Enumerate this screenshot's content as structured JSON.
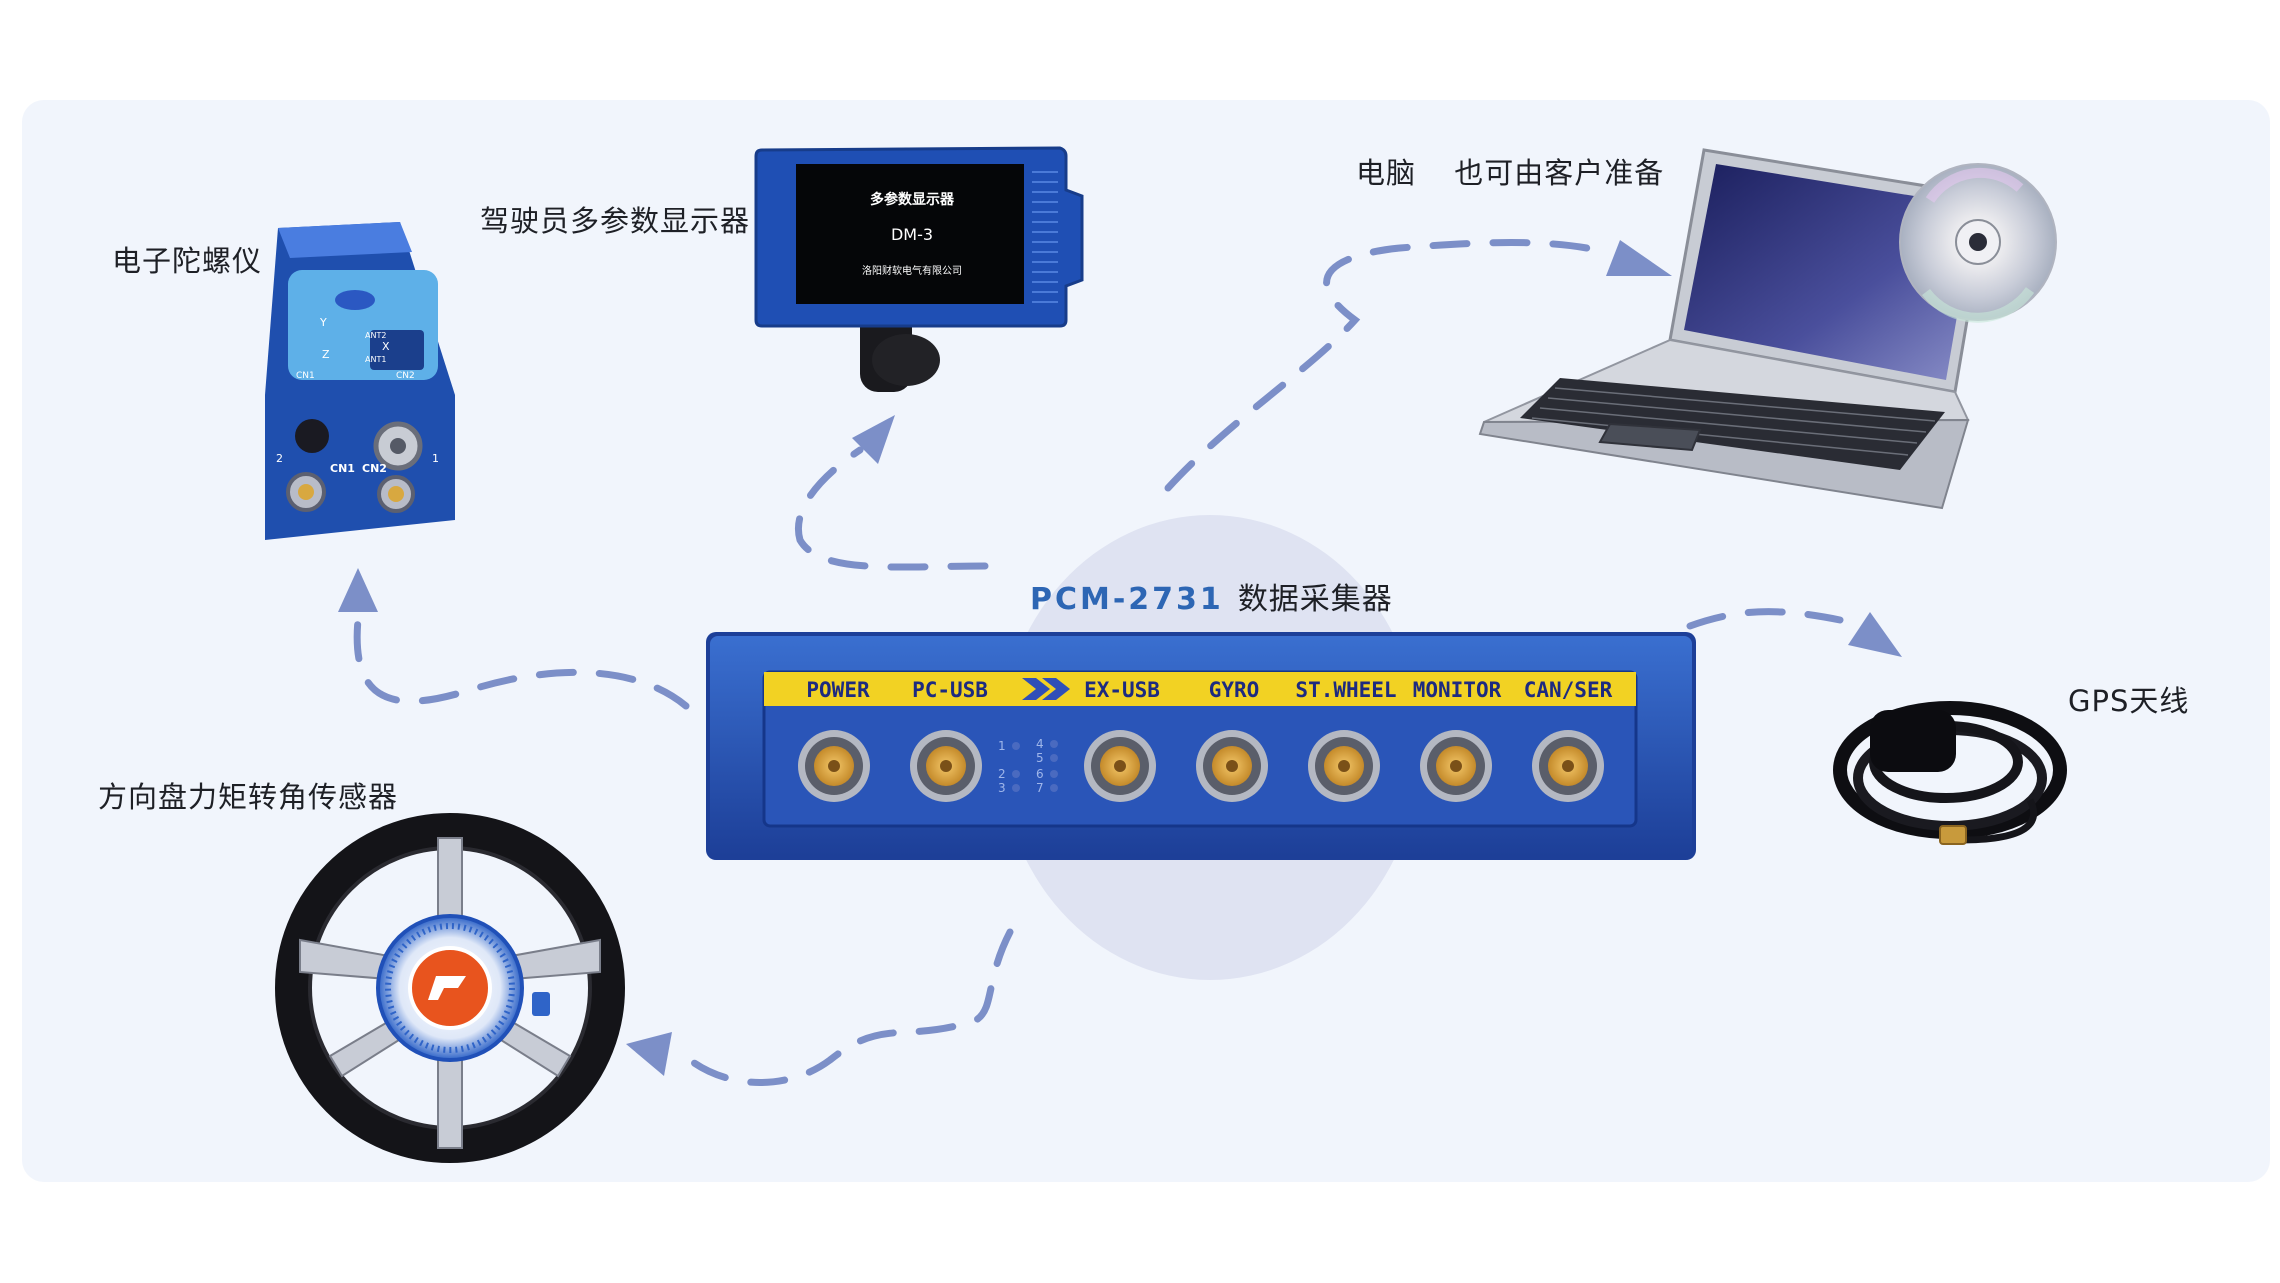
{
  "colors": {
    "panel_bg": "#f1f5fc",
    "connector_arrow": "#7c8fc8",
    "device_blue": "#2a56b8",
    "port_strip_yellow": "#f2d223",
    "title_blue": "#2d66b4"
  },
  "hub": {
    "model": "PCM-2731",
    "name": "数据采集器",
    "ports": [
      "POWER",
      "PC-USB",
      "EX-USB",
      "GYRO",
      "ST.WHEEL",
      "MONITOR",
      "CAN/SER"
    ],
    "indicators_left": [
      "1",
      "2",
      "3"
    ],
    "indicators_right": [
      "4",
      "5",
      "6",
      "7"
    ]
  },
  "devices": {
    "gyro": {
      "label": "电子陀螺仪",
      "axes": [
        "Y",
        "X",
        "Z"
      ],
      "antennas": [
        "ANT2",
        "ANT1"
      ],
      "connectors": [
        "CN1",
        "CN2"
      ],
      "side_marks": [
        "2",
        "1"
      ]
    },
    "display": {
      "label": "驾驶员多参数显示器",
      "screen_title": "多参数显示器",
      "screen_model": "DM-3",
      "screen_maker": "洛阳财软电气有限公司"
    },
    "computer": {
      "label": "电脑",
      "note": "也可由客户准备"
    },
    "gps": {
      "label": "GPS天线"
    },
    "wheel": {
      "label": "方向盘力矩转角传感器"
    }
  }
}
